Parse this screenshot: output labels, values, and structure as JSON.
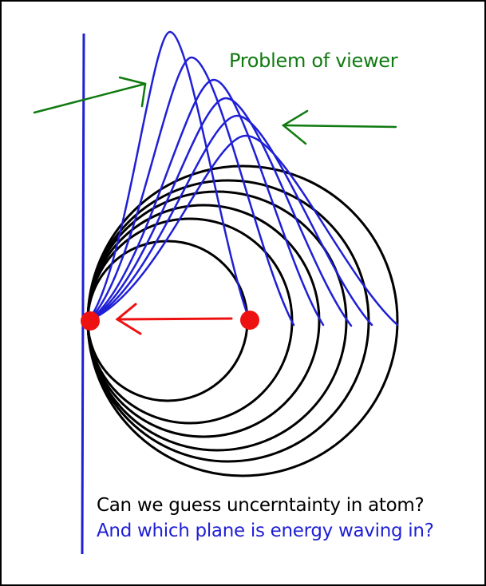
{
  "labels": {
    "viewer": "Problem of viewer",
    "question_1": "Can we guess uncerntainty in atom?",
    "question_2": "And which plane is energy waving in?"
  },
  "colors": {
    "background": "#ffffff",
    "frame": "#000000",
    "circles": "#000000",
    "waves": "#1f1fd6",
    "viewer": "#107a10",
    "nucleus": "#ee1111",
    "electron_arrow": "#ee1111",
    "question_1": "#000000",
    "question_2": "#1f1fd6"
  },
  "icons": {
    "nucleus": "red-dot",
    "arrow_to_nucleus": "red-arrow-left",
    "viewer_arrow_left": "green-arrow-right",
    "viewer_arrow_right": "green-arrow-left"
  }
}
